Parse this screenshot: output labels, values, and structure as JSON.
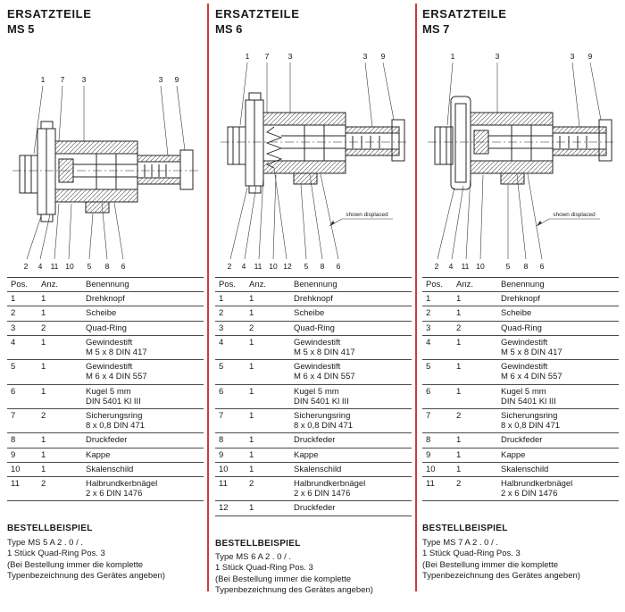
{
  "colors": {
    "divider": "#cf3a34",
    "ink": "#1a1a1a"
  },
  "columns": [
    {
      "title_line1": "ERSATZTEILE",
      "title_line2": "MS 5",
      "drawing": {
        "top_callouts": [
          "1",
          "7",
          "3",
          "3",
          "9"
        ],
        "bottom_callouts": [
          "2",
          "4",
          "11",
          "10",
          "5",
          "8",
          "6"
        ]
      },
      "table": {
        "headers": [
          "Pos.",
          "Anz.",
          "Benennung"
        ],
        "rows": [
          [
            "1",
            "1",
            "Drehknopf"
          ],
          [
            "2",
            "1",
            "Scheibe"
          ],
          [
            "3",
            "2",
            "Quad-Ring"
          ],
          [
            "4",
            "1",
            "Gewindestift\nM 5 x 8 DIN 417"
          ],
          [
            "5",
            "1",
            "Gewindestift\nM 6 x 4 DIN 557"
          ],
          [
            "6",
            "1",
            "Kugel 5 mm\nDIN 5401 Kl III"
          ],
          [
            "7",
            "2",
            "Sicherungsring\n8 x 0,8 DIN 471"
          ],
          [
            "8",
            "1",
            "Druckfeder"
          ],
          [
            "9",
            "1",
            "Kappe"
          ],
          [
            "10",
            "1",
            "Skalenschild"
          ],
          [
            "11",
            "2",
            "Halbrundkerbnägel\n2 x 6 DIN 1476"
          ]
        ]
      },
      "order_example": {
        "heading": "BESTELLBEISPIEL",
        "lines": [
          "Type MS 5 A 2 . 0 / .",
          "1 Stück Quad-Ring Pos. 3",
          "(Bei Bestellung immer die komplette",
          "Typenbezeichnung des Gerätes angeben)"
        ]
      }
    },
    {
      "title_line1": "ERSATZTEILE",
      "title_line2": "MS 6",
      "drawing": {
        "top_callouts": [
          "1",
          "7",
          "3",
          "3",
          "9"
        ],
        "bottom_callouts": [
          "2",
          "4",
          "11",
          "10",
          "12",
          "5",
          "8",
          "6"
        ],
        "note": "shown displaced"
      },
      "table": {
        "headers": [
          "Pos.",
          "Anz.",
          "Benennung"
        ],
        "rows": [
          [
            "1",
            "1",
            "Drehknopf"
          ],
          [
            "2",
            "1",
            "Scheibe"
          ],
          [
            "3",
            "2",
            "Quad-Ring"
          ],
          [
            "4",
            "1",
            "Gewindestift\nM 5 x 8 DIN 417"
          ],
          [
            "5",
            "1",
            "Gewindestift\nM 6 x 4 DIN 557"
          ],
          [
            "6",
            "1",
            "Kugel 5 mm\nDIN 5401 Kl III"
          ],
          [
            "7",
            "1",
            "Sicherungsring\n8 x 0,8 DIN 471"
          ],
          [
            "8",
            "1",
            "Druckfeder"
          ],
          [
            "9",
            "1",
            "Kappe"
          ],
          [
            "10",
            "1",
            "Skalenschild"
          ],
          [
            "11",
            "2",
            "Halbrundkerbnägel\n2 x 6 DIN 1476"
          ],
          [
            "12",
            "1",
            "Druckfeder"
          ]
        ]
      },
      "order_example": {
        "heading": "BESTELLBEISPIEL",
        "lines": [
          "Type MS 6 A 2 . 0 / .",
          "1 Stück Quad-Ring Pos. 3",
          "(Bei Bestellung immer die komplette",
          "Typenbezeichnung des Gerätes angeben)"
        ]
      }
    },
    {
      "title_line1": "ERSATZTEILE",
      "title_line2": "MS 7",
      "drawing": {
        "top_callouts": [
          "1",
          "3",
          "3",
          "9"
        ],
        "bottom_callouts": [
          "2",
          "4",
          "11",
          "10",
          "5",
          "8",
          "6"
        ],
        "note": "shown displaced"
      },
      "table": {
        "headers": [
          "Pos.",
          "Anz.",
          "Benennung"
        ],
        "rows": [
          [
            "1",
            "1",
            "Drehknopf"
          ],
          [
            "2",
            "1",
            "Scheibe"
          ],
          [
            "3",
            "2",
            "Quad-Ring"
          ],
          [
            "4",
            "1",
            "Gewindestift\nM 5 x 8 DIN 417"
          ],
          [
            "5",
            "1",
            "Gewindestift\nM 6 x 4 DIN 557"
          ],
          [
            "6",
            "1",
            "Kugel 5 mm\nDIN 5401 Kl III"
          ],
          [
            "7",
            "2",
            "Sicherungsring\n8 x 0,8 DIN 471"
          ],
          [
            "8",
            "1",
            "Druckfeder"
          ],
          [
            "9",
            "1",
            "Kappe"
          ],
          [
            "10",
            "1",
            "Skalenschild"
          ],
          [
            "11",
            "2",
            "Halbrundkerbnägel\n2 x 6 DIN 1476"
          ]
        ]
      },
      "order_example": {
        "heading": "BESTELLBEISPIEL",
        "lines": [
          "Type MS 7 A 2 . 0 / .",
          "1 Stück Quad-Ring Pos. 3",
          "(Bei Bestellung immer die komplette",
          "Typenbezeichnung des Gerätes angeben)"
        ]
      }
    }
  ]
}
